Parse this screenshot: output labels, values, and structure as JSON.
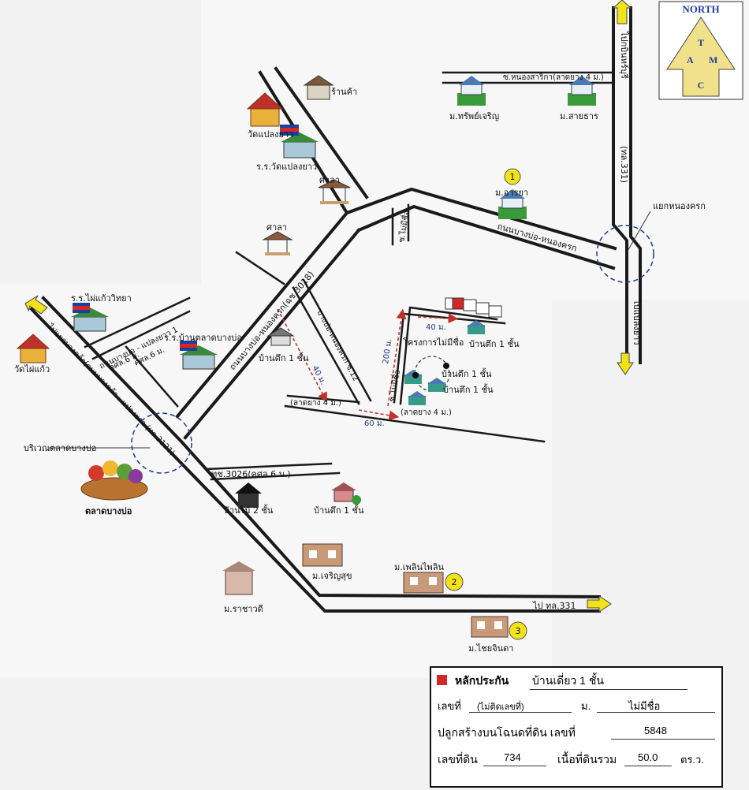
{
  "compass": {
    "top": "NORTH",
    "letters": [
      "T",
      "A",
      "M",
      "C"
    ]
  },
  "roads": {
    "r331_upper": "ไปกบินทร์บุรี",
    "r331_lower": "ไปแปลงยาว",
    "r331_code": "(ทล.331)",
    "bangbo_nongkhok": "ถนนบางบ่อ-หนองครก",
    "cc3018": "ถนนบางบ่อ-หนองครก(ฉช.3018)",
    "to_bangkhla": "ไปแยกบางคล้า(ถนนบางคล้า - แปลงยาว (ทล.3121)",
    "nongsarika": "ซ.หนองสาริกา(ลาดยาง 4 ม.)",
    "soi_mai_chue": "ซ.ไม่มีชื่อ",
    "soi_mai_chue2": "ซ.ไม่มีชื่อ",
    "bangbo_nongkhok_soi": "บางบ่อ-หนองครก ซ.12",
    "lat_yang1": "(ลาดยาง 4 ม.)",
    "lat_yang2": "(ลาดยาง 4 ม.)",
    "thc3026": "ทช.3026(คศล.6 ม.)",
    "to_331": "ไป ทล.331",
    "ban_talat_soi": "ถนนบางบ่อ - แปลงยาว 1",
    "ksl_a": "คศล.6 ม.",
    "ksl_b": "คศล.6 ม."
  },
  "places": {
    "shop": "ร้านค้า",
    "wat_plaengyao": "วัดแปลงยาว",
    "school_plaengyao": "ร.ร.วัดแปลงยาว",
    "sala1": "ศาลา",
    "sala2": "ศาลา",
    "m_sap_charoen": "ม.ทรัพย์เจริญ",
    "m_saithan": "ม.สายธาร",
    "m_araya": "ม.อารยา",
    "nongkhok_junction": "แยกหนองครก",
    "school_phaikaew": "ร.ร.ไผ่แก้ววิทยา",
    "wat_phaikaew": "วัดไผ่แก้ว",
    "school_talat": "ร.ร.บ้านตลาดบางบ่อ",
    "talat_area": "บริเวณตลาดบางบ่อ",
    "talat_bangbo": "ตลาดบางบ่อ",
    "house_1storey_a": "บ้านตึก 1 ชั้น",
    "house_1storey_b": "บ้านตึก 1 ชั้น",
    "house_1storey_c": "บ้านตึก 1 ชั้น",
    "house_1storey_d": "บ้านตึก 1 ชั้น",
    "house_1storey_e": "บ้านตึก 1 ชั้น",
    "project_noname": "โครงการไม่มีชื่อ",
    "house_wood2": "บ้านไม้ 2 ชั้น",
    "m_charoensuk": "ม.เจริญสุข",
    "m_phloenphailin": "ม.เพลินไพลิน",
    "m_rachawadee": "ม.ราชาวดี",
    "m_chaiyinda": "ม.ไชยจินดา"
  },
  "markers": [
    "1",
    "2",
    "3"
  ],
  "distances": {
    "d40a": "40 ม.",
    "d40b": "40 ม.",
    "d200": "200 ม.",
    "d60": "60 ม."
  },
  "legend": {
    "title": "หลักประกัน",
    "type": "บ้านเดี่ยว 1  ชั้น",
    "lekthi_label": "เลขที่",
    "lekthi_value": "(ไม่ติดเลขที่)",
    "moo_label": "ม.",
    "moo_value": "ไม่มีชื่อ",
    "deed_label": "ปลูกสร้างบนโฉนดที่ดิน  เลขที่",
    "deed_value": "5848",
    "land_no_label": "เลขที่ดิน",
    "land_no_value": "734",
    "area_label": "เนื้อที่ดินรวม",
    "area_value": "50.0",
    "area_unit": "ตร.ว."
  },
  "colors": {
    "marker": "#f2e21a",
    "arrow": "#f2e21a",
    "collateral": "#d22828",
    "compass_bg": "#f0e18a"
  }
}
